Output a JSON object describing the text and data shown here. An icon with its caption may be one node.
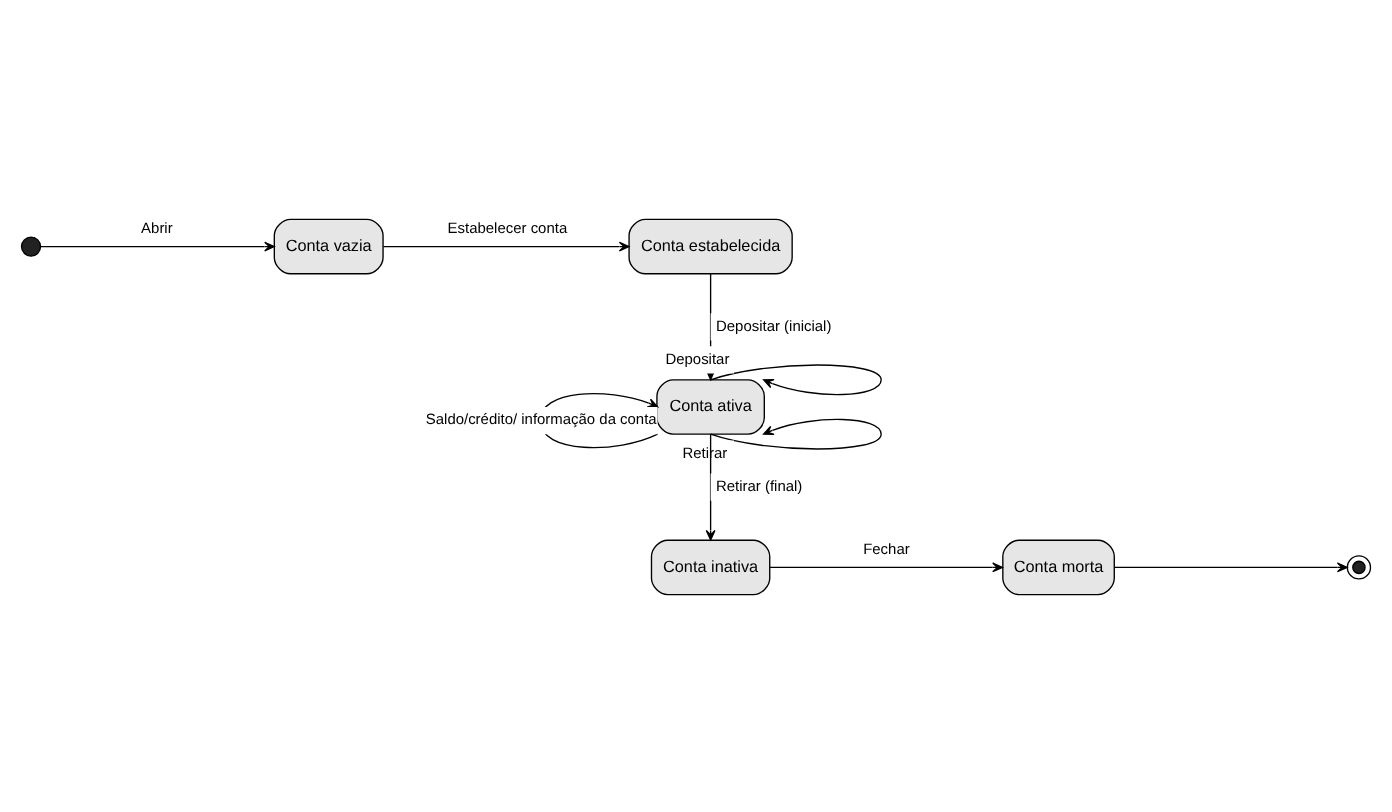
{
  "diagram": {
    "nodes": [
      {
        "text": [],
        "shape": "circle"
      },
      {
        "text": [
          "Conta vazia"
        ]
      },
      {
        "text": [
          "Conta estabelecida"
        ]
      },
      {
        "text": [
          "Conta ativa"
        ]
      },
      {
        "text": [
          "Conta inativa"
        ]
      },
      {
        "text": [
          "Conta morta"
        ]
      },
      {
        "text": [],
        "shape": "circle"
      }
    ],
    "edges": [
      {
        "from": 0,
        "to": 1,
        "arrow": "to",
        "label": "Abrir"
      },
      {
        "from": 1,
        "to": 2,
        "arrow": "to",
        "label": "Estabelecer conta"
      },
      {
        "from": 2,
        "to": 3,
        "arrow": "to",
        "label": "Depositar (inicial)"
      },
      {
        "from": 3,
        "to": 3,
        "arrow": "to",
        "label": "Depositar"
      },
      {
        "from": 3,
        "to": 3,
        "arrow": "to",
        "label": "Retirar"
      },
      {
        "from": 3,
        "to": 3,
        "arrow": "to",
        "label": "Saldo/crédito/ informação da conta"
      },
      {
        "from": 3,
        "to": 4,
        "arrow": "to",
        "label": "Retirar (final)"
      },
      {
        "from": 4,
        "to": 5,
        "arrow": "to",
        "label": "Fechar"
      },
      {
        "from": 5,
        "to": 6,
        "arrow": "to"
      }
    ]
  }
}
